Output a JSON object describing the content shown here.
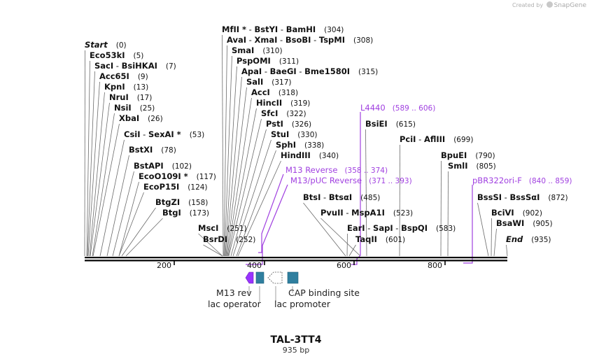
{
  "credit": {
    "created_by": "Created by",
    "brand": "SnapGene"
  },
  "sequence": {
    "name": "TAL-3TT4",
    "length_label": "935 bp",
    "length": 935
  },
  "ruler": {
    "ticks": [
      "200",
      "400",
      "600",
      "800"
    ]
  },
  "enzyme_rows": [
    [
      {
        "name": "Start",
        "pos": "(0)",
        "italic": true
      }
    ],
    [
      {
        "name": "Eco53kI",
        "pos": "(5)"
      }
    ],
    [
      {
        "name": "SacI",
        "pos": ""
      },
      {
        "name": "BsiHKAI",
        "pos": "(7)"
      }
    ],
    [
      {
        "name": "Acc65I",
        "pos": "(9)"
      }
    ],
    [
      {
        "name": "KpnI",
        "pos": "(13)"
      }
    ],
    [
      {
        "name": "NruI",
        "pos": "(17)"
      }
    ],
    [
      {
        "name": "NsiI",
        "pos": "(25)"
      }
    ],
    [
      {
        "name": "XbaI",
        "pos": "(26)"
      }
    ],
    [
      {
        "name": "CsiI",
        "pos": ""
      },
      {
        "name": "SexAI *",
        "pos": "(53)"
      }
    ],
    [
      {
        "name": "BstXI",
        "pos": "(78)"
      }
    ],
    [
      {
        "name": "BstAPI",
        "pos": "(102)"
      }
    ],
    [
      {
        "name": "EcoO109I *",
        "pos": "(117)"
      }
    ],
    [
      {
        "name": "EcoP15I",
        "pos": "(124)"
      }
    ],
    [
      {
        "name": "BtgZI",
        "pos": "(158)"
      }
    ],
    [
      {
        "name": "BtgI",
        "pos": "(173)"
      }
    ],
    [
      {
        "name": "MscI",
        "pos": "(251)"
      }
    ],
    [
      {
        "name": "BsrDI",
        "pos": "(252)"
      }
    ],
    [
      {
        "name": "MfII *",
        "pos": ""
      },
      {
        "name": "BstYI",
        "pos": ""
      },
      {
        "name": "BamHI",
        "pos": "(304)"
      }
    ],
    [
      {
        "name": "AvaI",
        "pos": ""
      },
      {
        "name": "XmaI",
        "pos": ""
      },
      {
        "name": "BsoBI",
        "pos": ""
      },
      {
        "name": "TspMI",
        "pos": "(308)"
      }
    ],
    [
      {
        "name": "SmaI",
        "pos": "(310)"
      }
    ],
    [
      {
        "name": "PspOMI",
        "pos": "(311)"
      }
    ],
    [
      {
        "name": "ApaI",
        "pos": ""
      },
      {
        "name": "BaeGI",
        "pos": ""
      },
      {
        "name": "Bme1580I",
        "pos": "(315)"
      }
    ],
    [
      {
        "name": "SalI",
        "pos": "(317)"
      }
    ],
    [
      {
        "name": "AccI",
        "pos": "(318)"
      }
    ],
    [
      {
        "name": "HincII",
        "pos": "(319)"
      }
    ],
    [
      {
        "name": "SfcI",
        "pos": "(322)"
      }
    ],
    [
      {
        "name": "PstI",
        "pos": "(326)"
      }
    ],
    [
      {
        "name": "StuI",
        "pos": "(330)"
      }
    ],
    [
      {
        "name": "SphI",
        "pos": "(338)"
      }
    ],
    [
      {
        "name": "HindIII",
        "pos": "(340)"
      }
    ],
    [
      {
        "name": "BtsI",
        "pos": ""
      },
      {
        "name": "BtsαI",
        "pos": "(485)"
      }
    ],
    [
      {
        "name": "PvuII",
        "pos": ""
      },
      {
        "name": "MspA1I",
        "pos": "(523)"
      }
    ],
    [
      {
        "name": "EarI",
        "pos": ""
      },
      {
        "name": "SapI",
        "pos": ""
      },
      {
        "name": "BspQI",
        "pos": "(583)"
      }
    ],
    [
      {
        "name": "TaqII",
        "pos": "(601)"
      }
    ],
    [
      {
        "name": "BsiEI",
        "pos": "(615)"
      }
    ],
    [
      {
        "name": "PciI",
        "pos": ""
      },
      {
        "name": "AflIII",
        "pos": "(699)"
      }
    ],
    [
      {
        "name": "BpuEI",
        "pos": "(790)"
      }
    ],
    [
      {
        "name": "SmlI",
        "pos": "(805)"
      }
    ],
    [
      {
        "name": "BssSI",
        "pos": ""
      },
      {
        "name": "BssSαI",
        "pos": "(872)"
      }
    ],
    [
      {
        "name": "BciVI",
        "pos": "(902)"
      }
    ],
    [
      {
        "name": "BsaWI",
        "pos": "(905)"
      }
    ],
    [
      {
        "name": "End",
        "pos": "(935)",
        "italic": true
      }
    ]
  ],
  "primers": [
    {
      "name": "L4440",
      "range": "(589 .. 606)"
    },
    {
      "name": "M13 Reverse",
      "range": "(358 .. 374)"
    },
    {
      "name": "M13/pUC Reverse",
      "range": "(371 .. 393)"
    },
    {
      "name": "pBR322ori-F",
      "range": "(840 .. 859)"
    }
  ],
  "features": [
    {
      "name": "M13 rev",
      "type": "primer_bind",
      "color": "#9933ff"
    },
    {
      "name": "lac operator",
      "type": "protein_bind",
      "color": "#2f7f9f"
    },
    {
      "name": "lac promoter",
      "type": "promoter",
      "color": "#ffffff"
    },
    {
      "name": "CAP binding site",
      "type": "protein_bind",
      "color": "#2f7f9f"
    }
  ],
  "colors": {
    "primer": "#a040e0",
    "feature_teal": "#2f7f9f",
    "backbone": "#000000",
    "site_line": "#555555"
  }
}
